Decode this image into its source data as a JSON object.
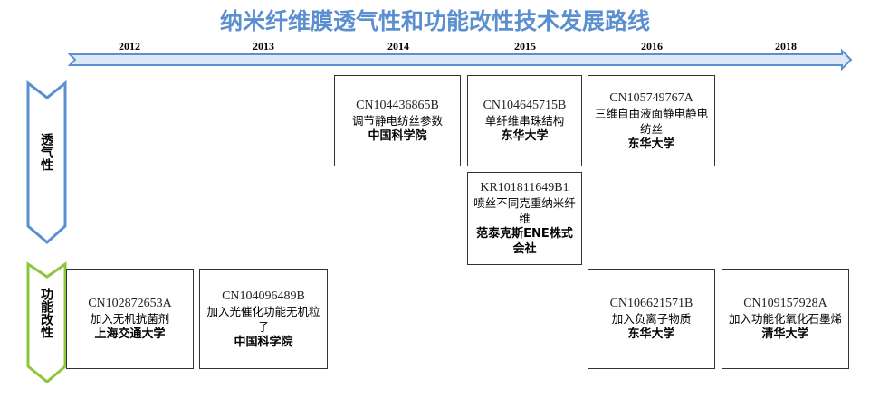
{
  "title": "纳米纤维膜透气性和功能改性技术发展路线",
  "years": [
    "2012",
    "2013",
    "2014",
    "2015",
    "2016",
    "2018"
  ],
  "rows": {
    "breathability": "透气性",
    "functional": "功能改性"
  },
  "colors": {
    "title": "#5b8fd0",
    "breathability": "#5b8fd0",
    "functional": "#8cc63f"
  },
  "boxes": [
    {
      "patent": "CN104436865B",
      "desc": "调节静电纺丝参数",
      "assignee": "中国科学院"
    },
    {
      "patent": "CN104645715B",
      "desc": "单纤维串珠结构",
      "assignee": "东华大学"
    },
    {
      "patent": "CN105749767A",
      "desc": "三维自由液面静电静电纺丝",
      "assignee": "东华大学"
    },
    {
      "patent": "KR101811649B1",
      "desc": "喷丝不同克重纳米纤维",
      "assignee": "范泰克斯ENE株式会社"
    },
    {
      "patent": "CN102872653A",
      "desc": "加入无机抗菌剂",
      "assignee": "上海交通大学"
    },
    {
      "patent": "CN104096489B",
      "desc": "加入光催化功能无机粒子",
      "assignee": "中国科学院"
    },
    {
      "patent": "CN106621571B",
      "desc": "加入负离子物质",
      "assignee": "东华大学"
    },
    {
      "patent": "CN109157928A",
      "desc": "加入功能化氧化石墨烯",
      "assignee": "清华大学"
    }
  ]
}
